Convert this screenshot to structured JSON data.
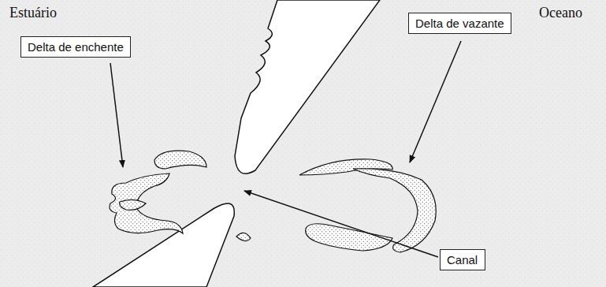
{
  "diagram": {
    "nodes": [
      {
        "text": [
          "Delta de vazante"
        ]
      },
      {
        "text": [
          "Delta de enchente"
        ]
      },
      {
        "text": [
          "Canal"
        ]
      }
    ],
    "labels": [
      "Estuário",
      "Oceano"
    ]
  }
}
